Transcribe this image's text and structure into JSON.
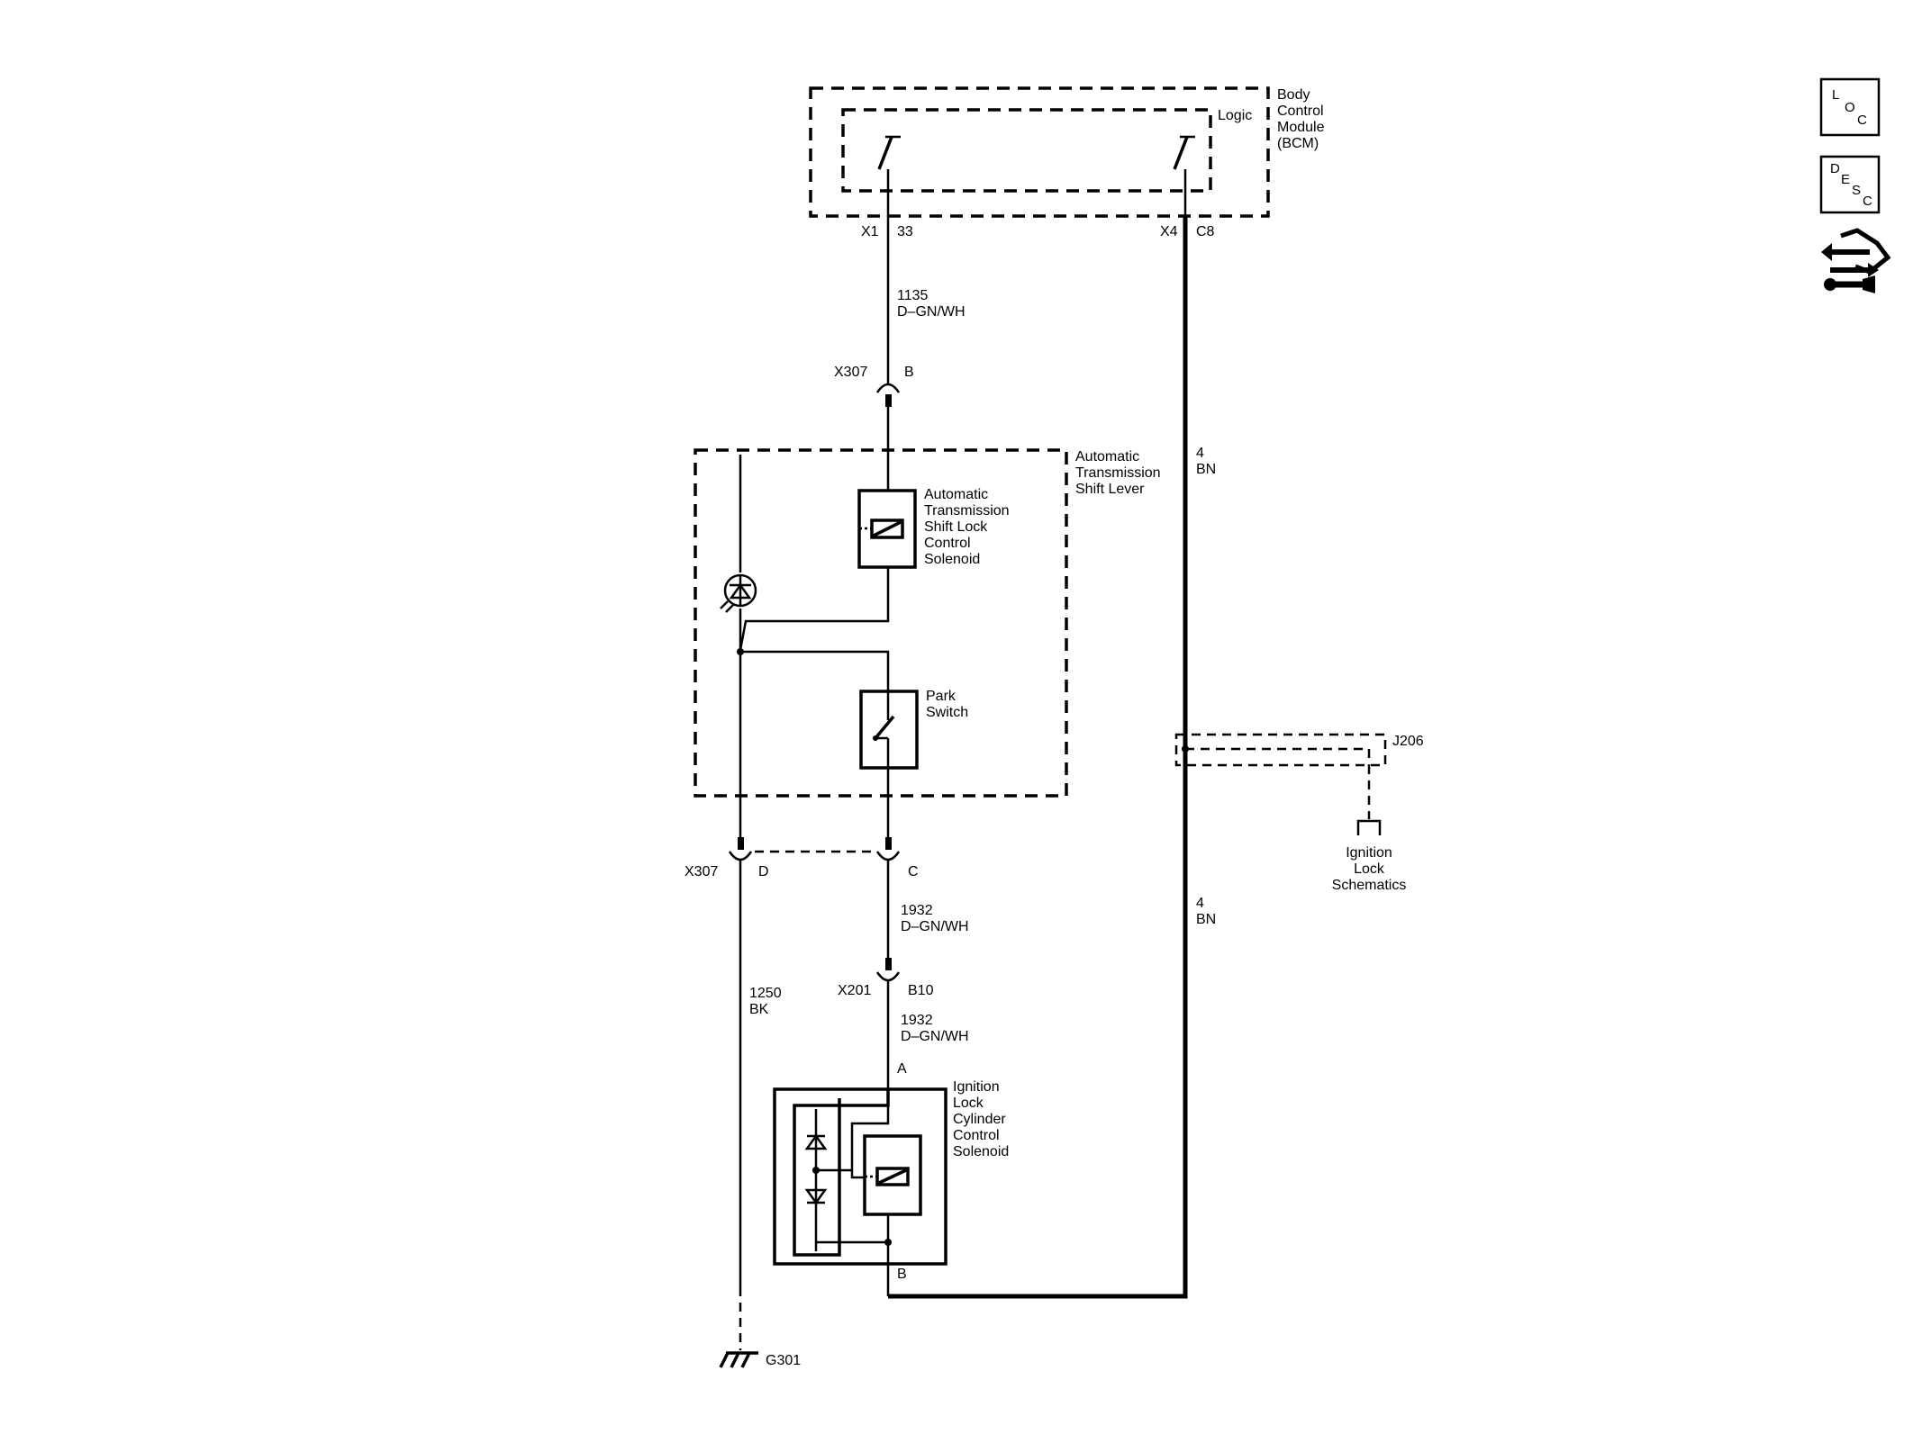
{
  "bcm": {
    "l1": "Body",
    "l2": "Control",
    "l3": "Module",
    "l4": "(BCM)",
    "logic": "Logic"
  },
  "bcm_pins": {
    "x1": "X1",
    "p33": "33",
    "x4": "X4",
    "c8": "C8"
  },
  "wire1135": {
    "num": "1135",
    "color": "D–GN/WH"
  },
  "conn_x307_top": {
    "name": "X307",
    "pin": "B"
  },
  "wire4_top": {
    "num": "4",
    "color": "BN"
  },
  "shift_lever": {
    "l1": "Automatic",
    "l2": "Transmission",
    "l3": "Shift Lever"
  },
  "shift_solenoid": {
    "l1": "Automatic",
    "l2": "Transmission",
    "l3": "Shift Lock",
    "l4": "Control",
    "l5": "Solenoid"
  },
  "park_switch": {
    "l1": "Park",
    "l2": "Switch"
  },
  "j206": {
    "label": "J206"
  },
  "ignition_schem": {
    "l1": "Ignition",
    "l2": "Lock",
    "l3": "Schematics"
  },
  "conn_x307_bot": {
    "name": "X307",
    "pin_d": "D",
    "pin_c": "C"
  },
  "wire1932a": {
    "num": "1932",
    "color": "D–GN/WH"
  },
  "wire4_bot": {
    "num": "4",
    "color": "BN"
  },
  "conn_x201": {
    "name": "X201",
    "pin": "B10"
  },
  "wire1250": {
    "num": "1250",
    "color": "BK"
  },
  "wire1932b": {
    "num": "1932",
    "color": "D–GN/WH"
  },
  "ign_solenoid": {
    "pin_a": "A",
    "pin_b": "B",
    "l1": "Ignition",
    "l2": "Lock",
    "l3": "Cylinder",
    "l4": "Control",
    "l5": "Solenoid"
  },
  "ground": {
    "label": "G301"
  },
  "nav": {
    "loc": {
      "a": "L",
      "b": "O",
      "c": "C"
    },
    "desc": {
      "a": "D",
      "b": "E",
      "c": "S",
      "d": "C"
    }
  },
  "icons": {
    "connector_view": "connector-end-view-icon"
  }
}
